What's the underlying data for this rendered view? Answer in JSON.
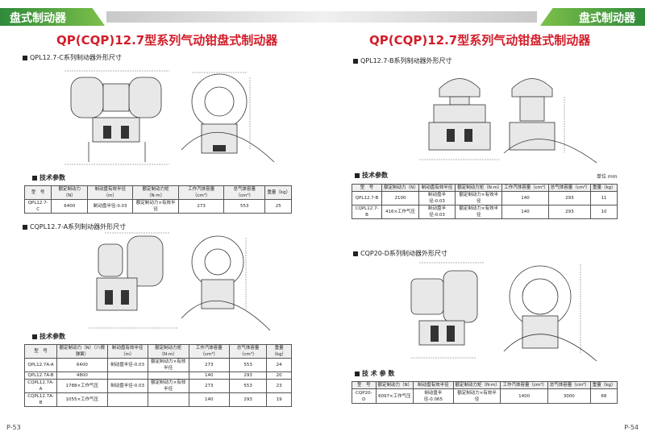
{
  "left": {
    "header": "盘式制动器",
    "title": "QP(CQP)12.7型系列气动钳盘式制动器",
    "section1": "QPL12.7-C系列制动器外形尺寸",
    "tech1": "技术参数",
    "table1": {
      "headers": [
        "型　号",
        "额定制动力（N）",
        "制动盘有效半径（m）",
        "额定制动力矩（N·m）",
        "工作汽体容量（cm³）",
        "总气体容量（cm³）",
        "重量（kg）"
      ],
      "rows": [
        [
          "QPL12.7-C",
          "6400",
          "制动盘半径-0.03",
          "额定制动力×有效半径",
          "273",
          "553",
          "25"
        ]
      ]
    },
    "section2": "CQPL12.7-A系列制动器外形尺寸",
    "tech2": "技术参数",
    "table2": {
      "headers": [
        "型　号",
        "额定制动力（N）（八根弹簧）",
        "制动盘有效半径（m）",
        "额定制动力矩（N·m）",
        "工作汽体容量（cm³）",
        "总气体容量（cm³）",
        "重量（kg）"
      ],
      "rows": [
        [
          "QPL12.7A-A",
          "6400",
          "制动盘半径-0.03",
          "额定制动力×有效半径",
          "273",
          "553",
          "24"
        ],
        [
          "QPL12.7A-B",
          "4800",
          "",
          "",
          "140",
          "293",
          "20"
        ],
        [
          "CQPL12.7A-A",
          "1788×工作气压",
          "制动盘半径-0.03",
          "额定制动力×有效半径",
          "273",
          "553",
          "23"
        ],
        [
          "CQPL12.7A-B",
          "1055×工作气压",
          "",
          "",
          "140",
          "293",
          "19"
        ]
      ]
    },
    "page": "P-53"
  },
  "right": {
    "header": "盘式制动器",
    "title": "QP(CQP)12.7型系列气动钳盘式制动器",
    "section1": "QPL12.7-B系列制动器外形尺寸",
    "tech1": "技术参数",
    "unit": "单位  mm",
    "table1": {
      "headers": [
        "型　号",
        "额定制动力（N）",
        "制动盘有效半径",
        "额定制动力矩（N·m）",
        "工作汽体容量（cm³）",
        "总气体容量（cm³）",
        "重量（kg）"
      ],
      "rows": [
        [
          "QPL12.7-B",
          "2100",
          "制动盘半径-0.03",
          "额定制动力×有效半径",
          "140",
          "293",
          "11"
        ],
        [
          "CQPL12.7-B",
          "416×工作气压",
          "制动盘半径-0.03",
          "额定制动力×有效半径",
          "140",
          "293",
          "10"
        ]
      ]
    },
    "section2": "CQP20-D系列制动器外形尺寸",
    "tech2": "技 术 参 数",
    "table2": {
      "headers": [
        "型　号",
        "额定制动力（N）",
        "制动盘有效半径",
        "额定制动力矩（N·m）",
        "工作汽体容量（cm³）",
        "总气体容量（cm³）",
        "重量（kg）"
      ],
      "rows": [
        [
          "CQP20-D",
          "6097×工作气压",
          "制动盘半径-0.065",
          "额定制动力×有效半径",
          "1400",
          "3000",
          "68"
        ]
      ]
    },
    "page": "P-54"
  },
  "colors": {
    "title": "#d21e2a",
    "header_green": "#2f8a3a"
  }
}
